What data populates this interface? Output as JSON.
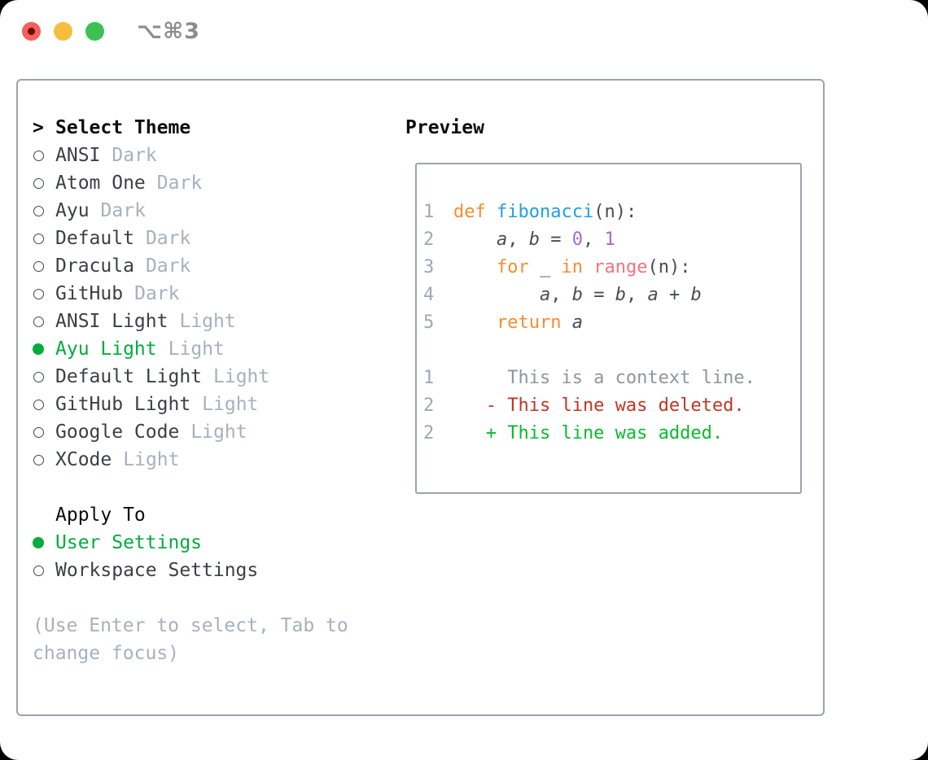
{
  "window": {
    "title": "⌥⌘3"
  },
  "theme_panel": {
    "header_marker": ">",
    "header": "Select Theme",
    "items": [
      {
        "name": "ANSI",
        "tag": "Dark",
        "selected": false
      },
      {
        "name": "Atom One",
        "tag": "Dark",
        "selected": false
      },
      {
        "name": "Ayu",
        "tag": "Dark",
        "selected": false
      },
      {
        "name": "Default",
        "tag": "Dark",
        "selected": false
      },
      {
        "name": "Dracula",
        "tag": "Dark",
        "selected": false
      },
      {
        "name": "GitHub",
        "tag": "Dark",
        "selected": false
      },
      {
        "name": "ANSI Light",
        "tag": "Light",
        "selected": false
      },
      {
        "name": "Ayu Light",
        "tag": "Light",
        "selected": true
      },
      {
        "name": "Default Light",
        "tag": "Light",
        "selected": false
      },
      {
        "name": "GitHub Light",
        "tag": "Light",
        "selected": false
      },
      {
        "name": "Google Code",
        "tag": "Light",
        "selected": false
      },
      {
        "name": "XCode",
        "tag": "Light",
        "selected": false
      }
    ],
    "apply_to": {
      "header": "Apply To",
      "options": [
        {
          "name": "User Settings",
          "selected": true
        },
        {
          "name": "Workspace Settings",
          "selected": false
        }
      ]
    },
    "hint": "(Use Enter to select, Tab to change focus)"
  },
  "preview": {
    "header": "Preview",
    "lines": [
      {
        "num": "1",
        "tokens": [
          [
            "keyword",
            "def"
          ],
          [
            "plain",
            " "
          ],
          [
            "function",
            "fibonacci"
          ],
          [
            "plain",
            "(n):"
          ]
        ]
      },
      {
        "num": "2",
        "tokens": [
          [
            "plain",
            "    "
          ],
          [
            "variable",
            "a"
          ],
          [
            "plain",
            ", "
          ],
          [
            "variable",
            "b"
          ],
          [
            "plain",
            " = "
          ],
          [
            "number",
            "0"
          ],
          [
            "plain",
            ", "
          ],
          [
            "number",
            "1"
          ]
        ]
      },
      {
        "num": "3",
        "tokens": [
          [
            "plain",
            "    "
          ],
          [
            "keyword",
            "for"
          ],
          [
            "plain",
            " _ "
          ],
          [
            "keyword",
            "in"
          ],
          [
            "plain",
            " "
          ],
          [
            "builtin",
            "range"
          ],
          [
            "plain",
            "(n):"
          ]
        ]
      },
      {
        "num": "4",
        "tokens": [
          [
            "plain",
            "        "
          ],
          [
            "variable",
            "a"
          ],
          [
            "plain",
            ", "
          ],
          [
            "variable",
            "b"
          ],
          [
            "plain",
            " = "
          ],
          [
            "variable",
            "b"
          ],
          [
            "plain",
            ", "
          ],
          [
            "variable",
            "a"
          ],
          [
            "plain",
            " + "
          ],
          [
            "variable",
            "b"
          ]
        ]
      },
      {
        "num": "5",
        "tokens": [
          [
            "plain",
            "    "
          ],
          [
            "keyword",
            "return"
          ],
          [
            "plain",
            " "
          ],
          [
            "variable",
            "a"
          ]
        ]
      },
      {
        "num": "",
        "tokens": []
      },
      {
        "num": "1",
        "tokens": [
          [
            "context",
            "     This is a context line."
          ]
        ]
      },
      {
        "num": "2",
        "tokens": [
          [
            "deleted",
            "   - This line was deleted."
          ]
        ]
      },
      {
        "num": "2",
        "tokens": [
          [
            "added",
            "   + This line was added."
          ]
        ]
      }
    ]
  },
  "colors": {
    "border": "#9ba4ae",
    "title": "#8c8c8c",
    "red": "#f4605a",
    "red_dot": "#6b0d05",
    "yellow": "#f5be3e",
    "green_light": "#3dc153",
    "heading": "#0b0d10",
    "text": "#3a4047",
    "muted": "#a7b1bd",
    "accent_green": "#00ad3c",
    "code": "#474d54",
    "lnum": "#9da8b6",
    "keyword": "#f98c33",
    "function": "#1f9fe8",
    "number": "#a06cd6",
    "builtin": "#f4737e",
    "context": "#8e969e",
    "deleted": "#c43524",
    "added": "#0abb2d"
  }
}
